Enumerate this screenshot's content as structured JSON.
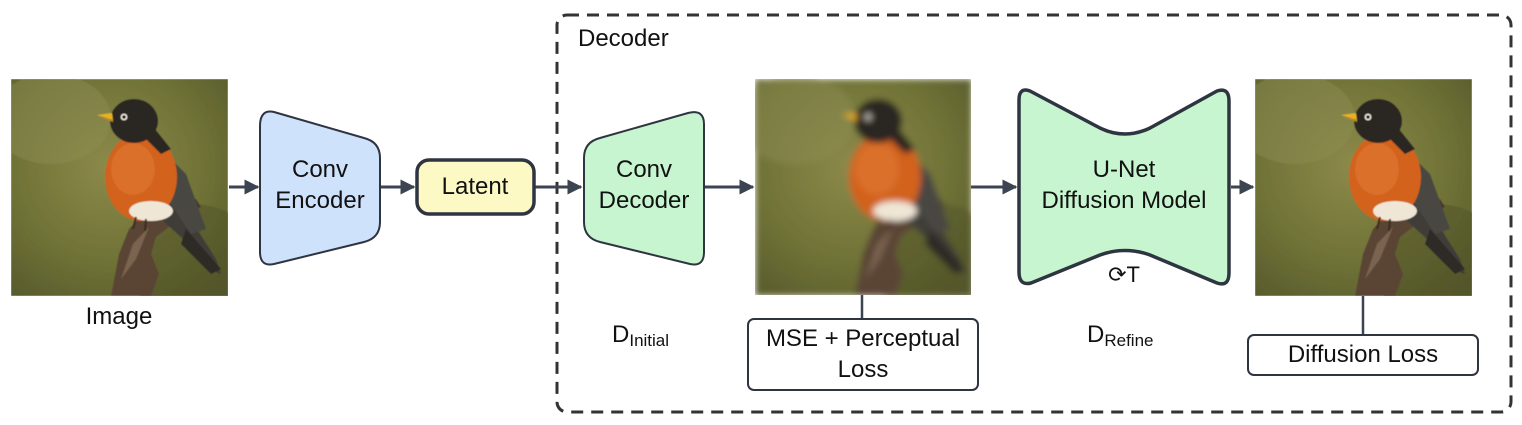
{
  "diagram": {
    "decoder_group": {
      "label": "Decoder"
    },
    "input_image": {
      "caption": "Image"
    },
    "conv_encoder": {
      "line1": "Conv",
      "line2": "Encoder",
      "color": "#cfe2fb"
    },
    "latent": {
      "label": "Latent",
      "color": "#fcf9c4"
    },
    "conv_decoder": {
      "line1": "Conv",
      "line2": "Decoder",
      "color": "#c6f5cf"
    },
    "d_initial": {
      "base": "D",
      "subscript": "Initial"
    },
    "initial_output": {
      "loss_line1": "MSE + Perceptual",
      "loss_line2": "Loss"
    },
    "unet": {
      "line1": "U-Net",
      "line2": "Diffusion Model",
      "iterations": "⟳T",
      "color": "#c6f5cf"
    },
    "d_refine": {
      "base": "D",
      "subscript": "Refine"
    },
    "refined_output": {
      "loss_label": "Diffusion Loss"
    },
    "colors": {
      "arrow": "#3c4452",
      "outline": "#2e3440",
      "dashed_border": "#333333",
      "photo_background": "#7a7a3e",
      "robin_breast": "#d2621f",
      "robin_head": "#2a2622",
      "robin_wing": "#4a4742",
      "beak": "#e8b024",
      "branch": "#5a4535"
    }
  }
}
